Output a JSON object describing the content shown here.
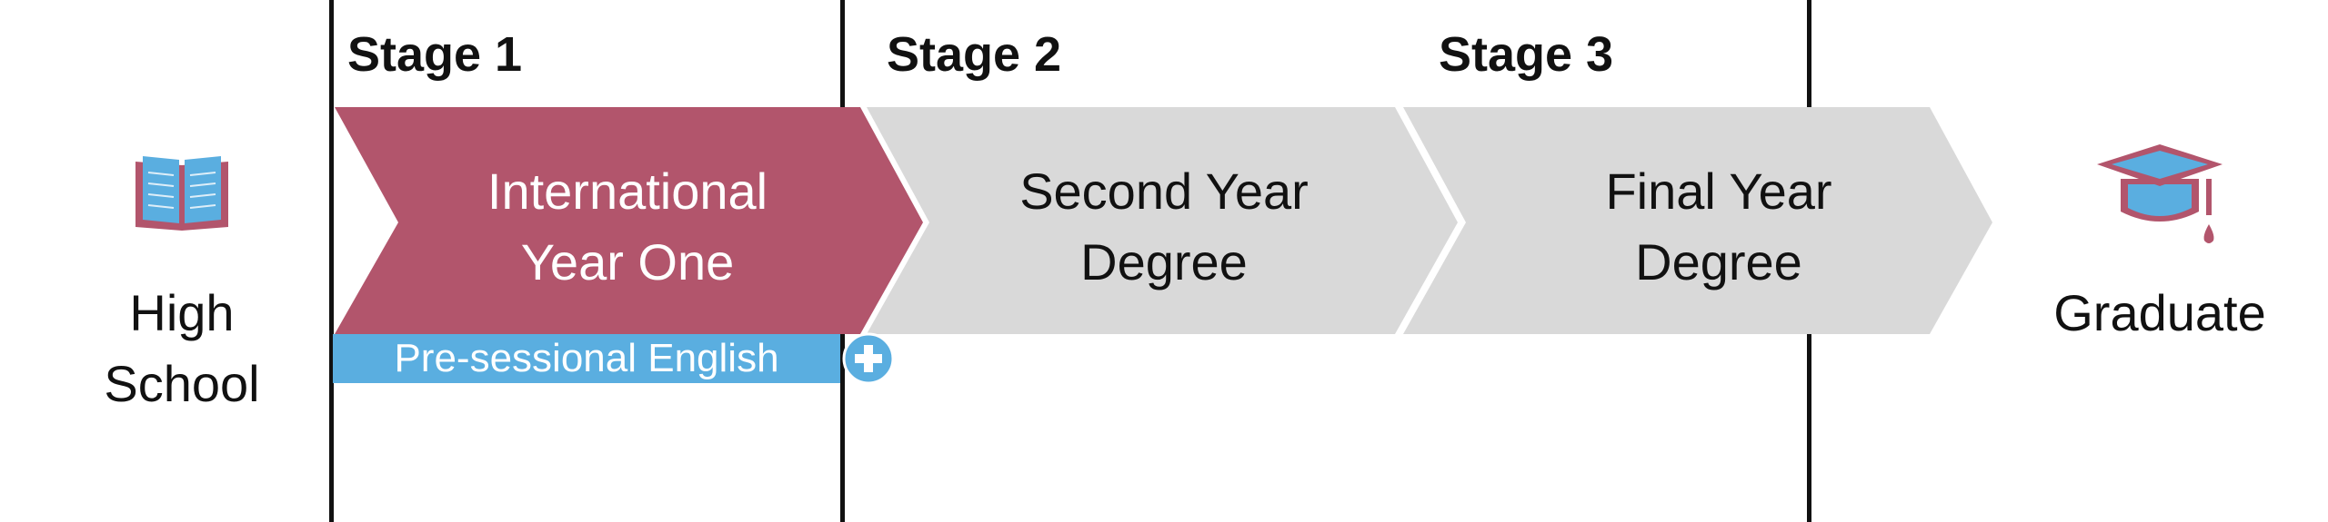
{
  "colors": {
    "active": "#b2556c",
    "inactive": "#d9d9d9",
    "accent_blue": "#5aaee0",
    "divider": "#111111",
    "text_dark": "#111111",
    "text_light": "#ffffff"
  },
  "start": {
    "label_line1": "High",
    "label_line2": "School",
    "icon": "book-icon"
  },
  "stages": [
    {
      "label": "Stage 1",
      "title_line1": "International",
      "title_line2": "Year One",
      "active": true
    },
    {
      "label": "Stage 2",
      "title_line1": "Second Year",
      "title_line2": "Degree",
      "active": false
    },
    {
      "label": "Stage 3",
      "title_line1": "Final Year",
      "title_line2": "Degree",
      "active": false
    }
  ],
  "banner": {
    "text": "Pre-sessional English",
    "icon": "plus-circle-icon"
  },
  "end": {
    "label": "Graduate",
    "icon": "graduation-cap-icon"
  }
}
